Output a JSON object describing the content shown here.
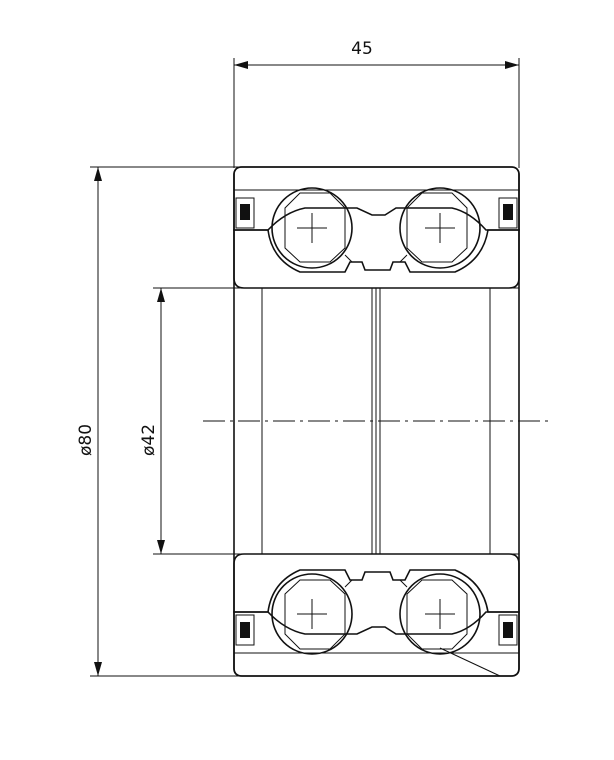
{
  "dimensions": {
    "width": "45",
    "outer_diameter": "ø80",
    "bore_diameter": "ø42"
  }
}
